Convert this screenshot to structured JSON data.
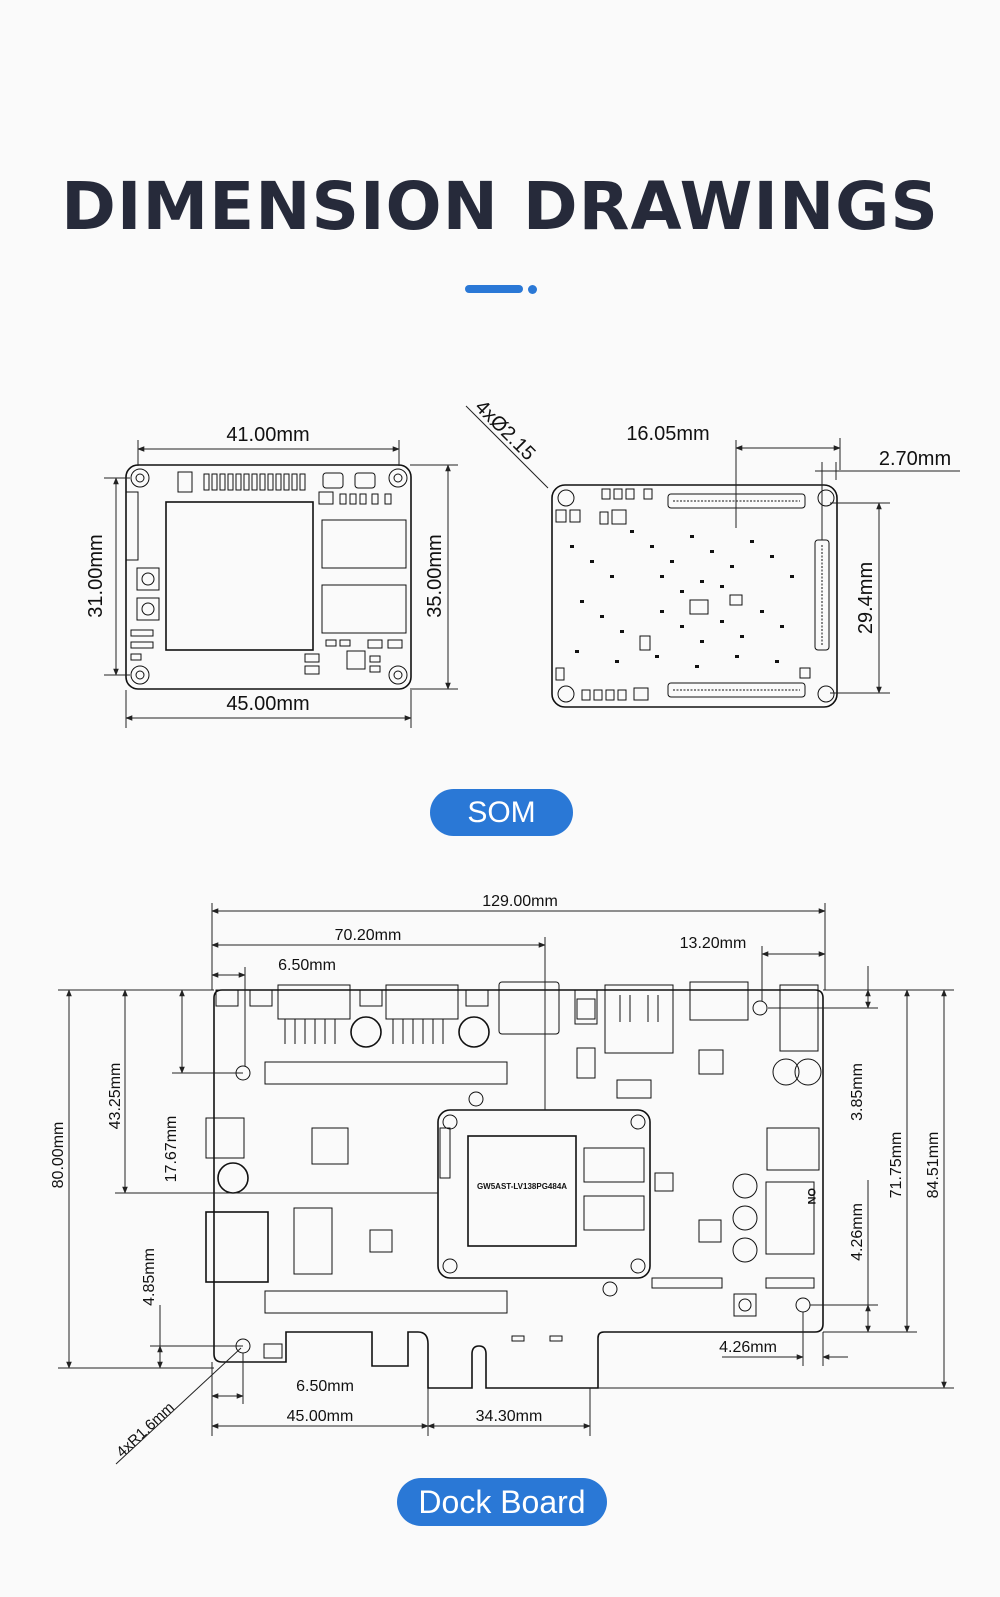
{
  "heading": "DIMENSION DRAWINGS",
  "accent_color": "#2a78d6",
  "som": {
    "label": "SOM",
    "front": {
      "width_top": "41.00mm",
      "width_bottom": "45.00mm",
      "height_left": "31.00mm",
      "height_right": "35.00mm"
    },
    "back": {
      "holes": "4xØ2.15",
      "connector_offset": "16.05mm",
      "edge_offset": "2.70mm",
      "connector_length": "29.4mm"
    }
  },
  "dock": {
    "label": "Dock Board",
    "chip_marking": "GW5AST-LV138PG484A",
    "dip_label": "ON",
    "dims": {
      "total_width": "129.00mm",
      "width_70": "70.20mm",
      "top_6_5": "6.50mm",
      "right_13_2": "13.20mm",
      "left_80": "80.00mm",
      "left_43_25": "43.25mm",
      "left_17_67": "17.67mm",
      "left_4_85": "4.85mm",
      "right_3_85": "3.85mm",
      "right_4_26_v": "4.26mm",
      "right_71_75": "71.75mm",
      "right_84_51": "84.51mm",
      "bottom_4_26": "4.26mm",
      "bottom_6_5": "6.50mm",
      "bottom_45": "45.00mm",
      "bottom_34_3": "34.30mm",
      "corner_radius": "4xR1.6mm"
    }
  }
}
